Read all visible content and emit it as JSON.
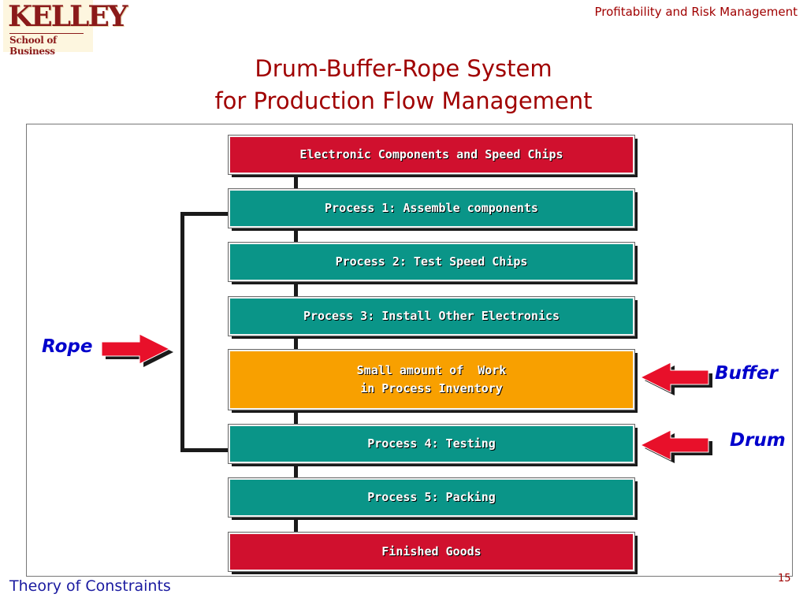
{
  "logo": {
    "word": "KELLEY",
    "sub": "School of Business"
  },
  "header": {
    "course": "Profitability and Risk Management"
  },
  "title": {
    "line1": "Drum-Buffer-Rope System",
    "line2": "for Production Flow Management"
  },
  "diagram": {
    "steps": [
      {
        "lines": [
          "Electronic Components and Speed Chips"
        ],
        "kind": "material"
      },
      {
        "lines": [
          "Process 1: Assemble components"
        ],
        "kind": "process"
      },
      {
        "lines": [
          "Process 2: Test Speed Chips"
        ],
        "kind": "process"
      },
      {
        "lines": [
          "Process 3: Install Other Electronics"
        ],
        "kind": "process"
      },
      {
        "lines": [
          "Small amount of  Work",
          "in Process Inventory"
        ],
        "kind": "buffer"
      },
      {
        "lines": [
          "Process 4: Testing"
        ],
        "kind": "process"
      },
      {
        "lines": [
          "Process 5: Packing"
        ],
        "kind": "process"
      },
      {
        "lines": [
          "Finished Goods"
        ],
        "kind": "material"
      }
    ],
    "labels": {
      "rope": "Rope",
      "buffer": "Buffer",
      "drum": "Drum"
    },
    "colors": {
      "material": "#d0102e",
      "process": "#0a9588",
      "buffer": "#f8a000",
      "arrow": "#e8102a",
      "label": "#0000cc"
    }
  },
  "footer": {
    "section": "Theory of Constraints",
    "page": "15"
  }
}
